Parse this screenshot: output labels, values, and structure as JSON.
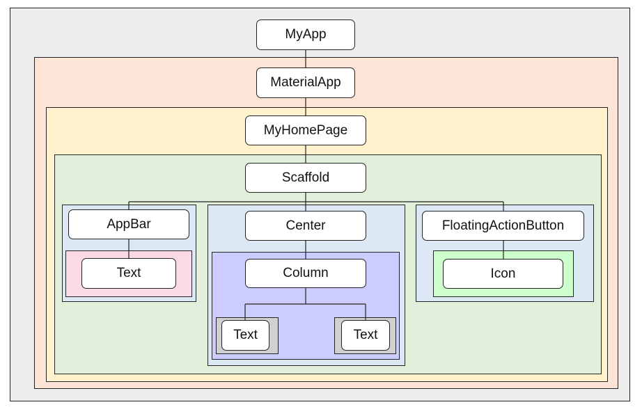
{
  "colors": {
    "outer": "#eeeeee",
    "material_app": "#fce4d6",
    "my_home_page": "#fff2cc",
    "scaffold": "#e2efda",
    "appbar_group": "#dde8f5",
    "center_group": "#dde8f5",
    "fab_group": "#dde8f5",
    "appbar_text": "#fbd9e6",
    "column": "#ccccff",
    "column_child": "#d0d0d0",
    "icon_box": "#ccffcc"
  },
  "nodes": {
    "my_app": "MyApp",
    "material_app": "MaterialApp",
    "my_home_page": "MyHomePage",
    "scaffold": "Scaffold",
    "app_bar": "AppBar",
    "app_bar_text": "Text",
    "center": "Center",
    "column": "Column",
    "column_text_left": "Text",
    "column_text_right": "Text",
    "floating_action_button": "FloatingActionButton",
    "icon": "Icon"
  }
}
